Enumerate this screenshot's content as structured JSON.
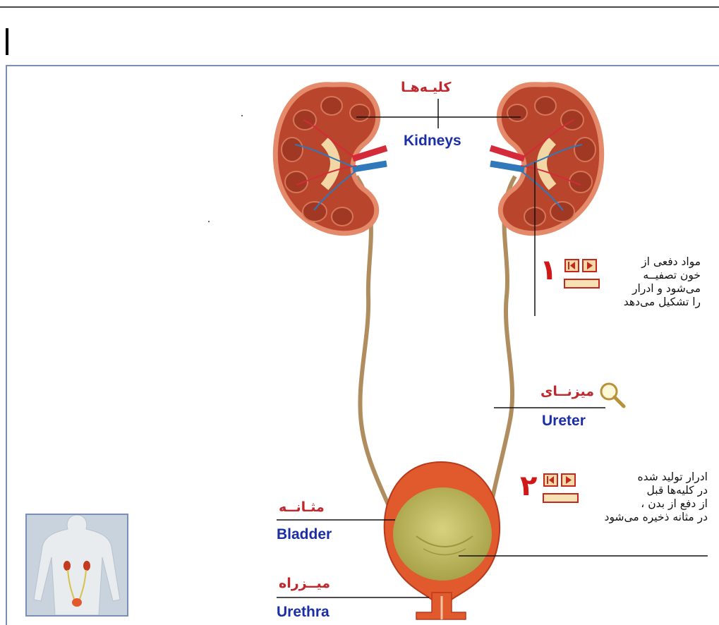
{
  "diagram": {
    "kidneys": {
      "fa": "کلیـه‌هـا",
      "en": "Kidneys"
    },
    "ureter": {
      "fa": "میزنــای",
      "en": "Ureter"
    },
    "bladder": {
      "fa": "مثـانــه",
      "en": "Bladder"
    },
    "urethra": {
      "fa": "میــزراه",
      "en": "Urethra"
    }
  },
  "steps": [
    {
      "number": "۱",
      "text_lines": [
        "مواد دفعی از",
        "خون تصفیــه",
        "می‌شود و ادرار",
        "را تشکیل می‌دهد"
      ]
    },
    {
      "number": "۲",
      "text_lines": [
        "ادرار تولید شده",
        "در کلیه‌ها قبل",
        "از دفع از بدن ،",
        "در مثانه ذخیره می‌شود"
      ]
    }
  ],
  "icons": {
    "step_prev": "skip-back-icon",
    "step_play": "play-icon",
    "magnifier": "magnifier-icon",
    "thumbnail": "body-urinary-system-thumbnail"
  },
  "colors": {
    "persian_label": "#c0282d",
    "english_label": "#1a2ea6",
    "kidney": "#b8452c",
    "ureter": "#b08d5e",
    "bladder_wall": "#e05a2e",
    "bladder_inner": "#c7c06a"
  }
}
